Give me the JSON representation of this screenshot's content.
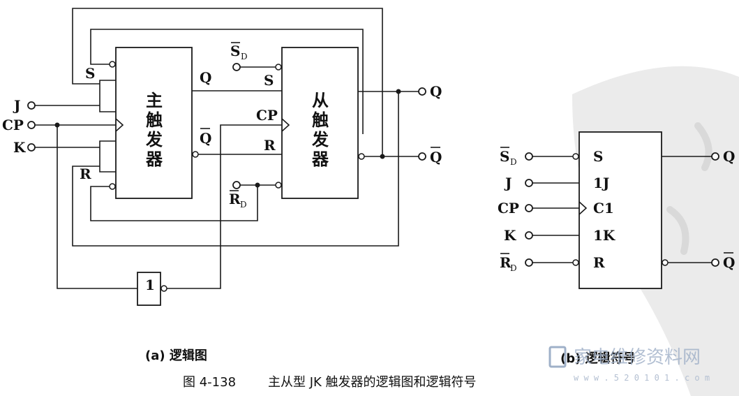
{
  "diagram": {
    "inputs": {
      "j": "J",
      "cp": "CP",
      "k": "K"
    },
    "outputs": {
      "q": "Q",
      "qbar": "Q"
    },
    "master": {
      "title_chars": [
        "主",
        "触",
        "发",
        "器"
      ],
      "pin_s": "S",
      "pin_r": "R",
      "pin_q": "Q",
      "pin_qbar": "Q"
    },
    "slave": {
      "title_chars": [
        "从",
        "触",
        "发",
        "器"
      ],
      "pin_s": "S",
      "pin_cp": "CP",
      "pin_r": "R"
    },
    "sd_label": "S",
    "sd_sub": "D",
    "rd_label": "R",
    "rd_sub": "D",
    "inverter_label": "1"
  },
  "symbol": {
    "inputs": {
      "sd": "S",
      "sd_sub": "D",
      "j": "J",
      "cp": "CP",
      "k": "K",
      "rd": "R",
      "rd_sub": "D"
    },
    "pins": {
      "s": "S",
      "j": "1J",
      "c": "C1",
      "k": "1K",
      "r": "R"
    },
    "outputs": {
      "q": "Q",
      "qbar": "Q"
    }
  },
  "captions": {
    "a": "(a) 逻辑图",
    "b": "(b) 逻辑符号",
    "figure_num": "图 4-138",
    "figure_title": "主从型 JK 触发器的逻辑图和逻辑符号"
  },
  "watermark": {
    "text": "家电维修资料网",
    "url": "w w w . 5 2 0 1 0 1 . c o m"
  }
}
